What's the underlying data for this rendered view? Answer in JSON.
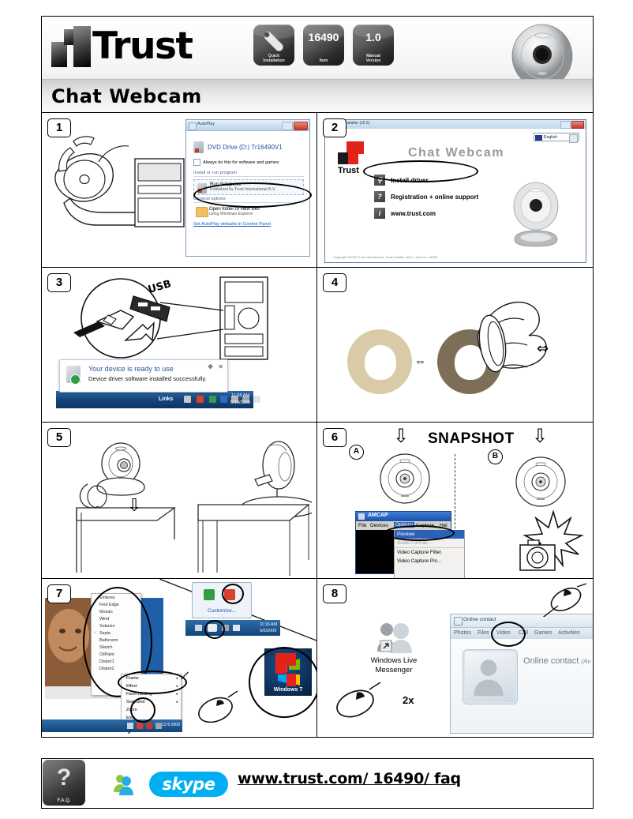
{
  "header": {
    "brand": "Trust",
    "badges": [
      {
        "num": "",
        "label": "Quick\nInstallation",
        "icon": "wrench-icon"
      },
      {
        "num": "16490",
        "label": "Item",
        "icon": ""
      },
      {
        "num": "1.0",
        "label": "Manual\nVersion",
        "icon": ""
      }
    ],
    "badge_quick_l1": "Quick",
    "badge_quick_l2": "Installation",
    "badge_item_num": "16490",
    "badge_item_label": "Item",
    "badge_ver_num": "1.0",
    "badge_ver_l1": "Manual",
    "badge_ver_l2": "Version",
    "product_title": "Chat Webcam"
  },
  "steps": {
    "s1": {
      "number": "1"
    },
    "s2": {
      "number": "2"
    },
    "s3": {
      "number": "3"
    },
    "s4": {
      "number": "4"
    },
    "s5": {
      "number": "5"
    },
    "s6": {
      "number": "6"
    },
    "s7": {
      "number": "7"
    },
    "s8": {
      "number": "8"
    }
  },
  "panel1": {
    "window_title": "AutoPlay",
    "dvd_label": "DVD Drive (D:) Tr16490V1",
    "checkbox_label": "Always do this for software and games:",
    "section_install": "Install or run program",
    "option_title": "Run Setup.exe",
    "option_sub": "Published by Trust International B.V.",
    "section_general": "General options",
    "folder_title": "Open folder to view files",
    "folder_sub": "using Windows Explorer",
    "bottom_link": "Set AutoPlay defaults in Control Panel"
  },
  "panel2": {
    "window_title": "Trust Installer (v5.5)",
    "language": "English",
    "brand": "Trust",
    "heading": "Chat Webcam",
    "menu": [
      {
        "icon": "key-icon",
        "glyph": "⚷",
        "label": "Install driver"
      },
      {
        "icon": "question-icon",
        "glyph": "?",
        "label": "Registration + online support"
      },
      {
        "icon": "info-icon",
        "glyph": "i",
        "label": "www.trust.com"
      }
    ],
    "copyright": "Copyright ©2009 Trust International, Trust Installer v5.5-1, item no. 16490"
  },
  "panel3": {
    "usb_label": "USB",
    "balloon_title": "Your device is ready to use",
    "balloon_sub": "Device driver software installed successfully.",
    "tray_links": "Links",
    "clock_time": "11:58 AM",
    "clock_date": "5/13/2009"
  },
  "panel4": {
    "swap_glyph": "⇔",
    "ring_light_color": "#d9caa8",
    "ring_dark_color": "#7d6f57",
    "hand_arrow_glyph": "⇔"
  },
  "panel5": {
    "arrow_glyph": "⇩"
  },
  "panel6": {
    "heading": "SNAPSHOT",
    "label_a": "A",
    "label_b": "B",
    "arrow_glyph": "⇩",
    "amcap_title": "AMCAP",
    "amcap_menus": [
      "File",
      "Devices",
      "Options",
      "Capture",
      "Hel"
    ],
    "amcap_menu_items": [
      "Preview",
      "Audio Format...",
      "Video Capture Filter.",
      "Video Capture Pin..."
    ]
  },
  "panel7": {
    "effects": [
      "Emboss",
      "Find Edge",
      "Mosaic",
      "Wind",
      "Solarize",
      "Sepia",
      "Bathroom",
      "Sketch",
      "OilPaint",
      "Distort1",
      "Distort2"
    ],
    "effect_checked": "Sepia",
    "context_menu": [
      "Frame",
      "Effect",
      "FaceTracking",
      "SnapShot",
      "Zoom",
      "Exit"
    ],
    "tray_date": "12-5-2009",
    "customize_label": "Customize...",
    "clock_time": "11:16 AM",
    "clock_date": "6/5/2009",
    "os_label": "Windows 7"
  },
  "panel8": {
    "app_name_l1": "Windows Live",
    "app_name_l2": "Messenger",
    "double_click": "2x",
    "window_title": "Online contact",
    "tabs": [
      "Photos",
      "Files",
      "Video",
      "Call",
      "Games",
      "Activities"
    ],
    "contact_name": "Online contact",
    "contact_status": "(Av"
  },
  "footer": {
    "faq_q": "?",
    "faq_label": "F.A.Q.",
    "skype": "skype",
    "url": "www.trust.com/ 16490/ faq"
  }
}
